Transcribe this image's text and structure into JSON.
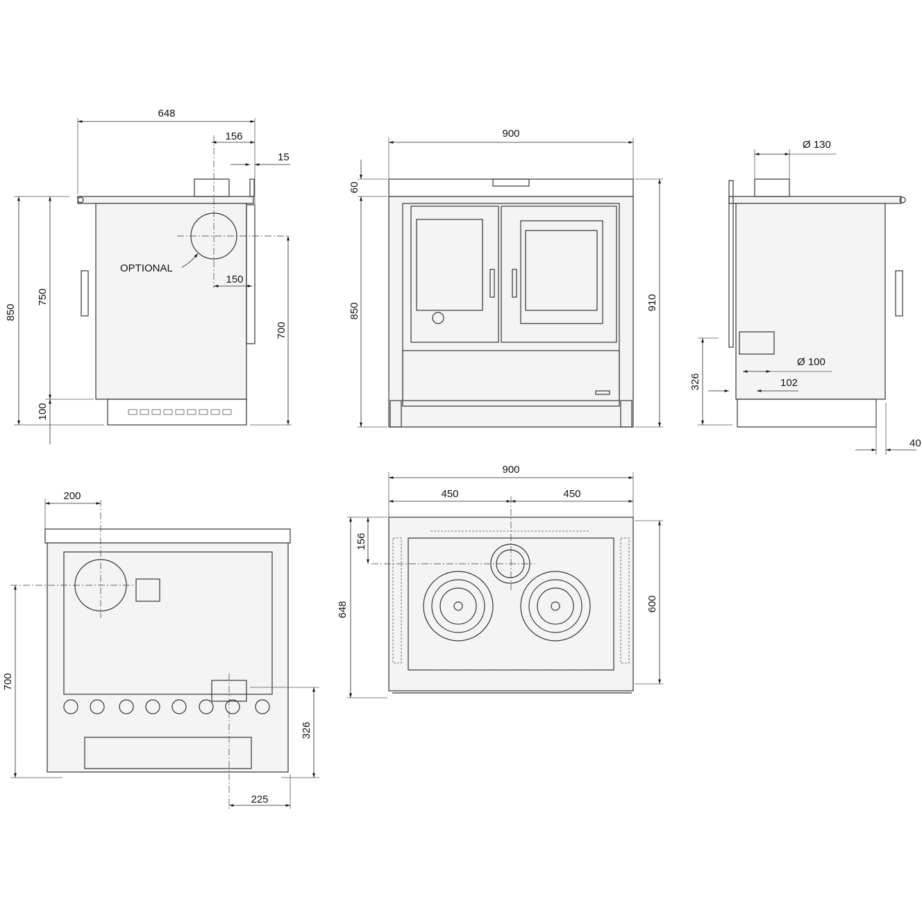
{
  "side_left": {
    "width": "648",
    "flue_offset": "156",
    "door_offset": "15",
    "optional_offset": "150",
    "total_height": "850",
    "body_height": "750",
    "base_height": "100",
    "optional_height": "700",
    "optional_label": "OPTIONAL"
  },
  "front": {
    "width": "900",
    "top_band": "60",
    "body_height": "850",
    "total_height": "910"
  },
  "side_right": {
    "flue_diameter": "Ø 130",
    "outlet_diameter": "Ø 100",
    "outlet_offset": "102",
    "outlet_height": "326",
    "base_offset": "40"
  },
  "back": {
    "flue_offset": "200",
    "flue_height": "700",
    "outlet_height": "326",
    "outlet_offset": "225"
  },
  "top": {
    "width": "900",
    "half_left": "450",
    "half_right": "450",
    "flue_depth": "156",
    "depth": "648",
    "inner_depth": "600"
  }
}
